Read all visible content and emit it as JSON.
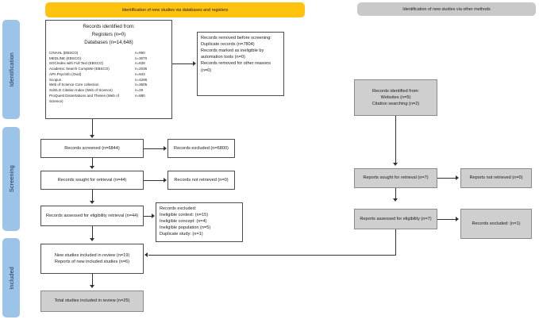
{
  "diagram": {
    "type": "prisma-flow-diagram",
    "title": "PRISMA 2020 flow diagram for new systematic reviews"
  },
  "stages": [
    {
      "id": "identification",
      "label": "Identification"
    },
    {
      "id": "screening",
      "label": "Screening"
    },
    {
      "id": "included",
      "label": "Included"
    }
  ],
  "headers": {
    "databases": "Identification of new studies via databases and registers",
    "other": "Identification of new studies via other methods"
  },
  "colors": {
    "header_databases": "#FFC20E",
    "header_other": "#C9C9C9",
    "stage_rail": "#9CC3E8",
    "filled_box": "#CFCFCF",
    "box_border": "#4D4D4D",
    "connector": "#333333"
  },
  "databases_branch": {
    "identified": {
      "heading_lines": [
        "Records identified from:",
        "Registers (n=0)",
        "Databases (n=14,648)"
      ],
      "sources": [
        {
          "name": "CINAHL (EBSCO)",
          "count": "n=950"
        },
        {
          "name": "MEDLINE (EBSCO)",
          "count": "n=3070"
        },
        {
          "name": "SOCIndex with Full Text (EBSCO)",
          "count": "n=839"
        },
        {
          "name": "Academic Search Complete (EBSCO)",
          "count": "n=2036"
        },
        {
          "name": "APA PsycInfo (Ovid)",
          "count": "n=943"
        },
        {
          "name": "Scopus",
          "count": "n=4296"
        },
        {
          "name": "Web of Science Core collection",
          "count": "n=3605"
        },
        {
          "name": "SciELO Citation Index (Web of Science)",
          "count": "n=29"
        },
        {
          "name": "ProQuest Dissertations and Theses (Web of Science)",
          "count": "n=880"
        }
      ]
    },
    "removed_before_screening": [
      "Records removed before screening:",
      "Duplicate records (n=7804)",
      "Records marked as ineligible by automation tools (n=0)",
      "Records removed for other reasons (n=0)"
    ],
    "screened": "Records screened (n=6844)",
    "excluded_screened": "Records excluded (n=6800)",
    "sought_retrieval": "Records sought for retrieval (n=44)",
    "not_retrieved": "Records not retrieved (n=0)",
    "assessed_eligibility": "Records assessed for eligibility retrieval (n=44)",
    "excluded_eligibility": [
      "Records excluded:",
      "Ineligible context: (n=15)",
      "Ineligible concept: (n=4)",
      "Ineligible population (n=5)",
      "Duplicate study: (n=1)"
    ],
    "new_studies_included": [
      "New studies included in review (n=19)",
      "Reports of new included studies (n=6)"
    ],
    "total_included": "Total studies included in review (n=25)"
  },
  "other_methods_branch": {
    "identified": [
      "Records identified from:",
      "Websites (n=5)",
      "Citation searching (n=2)"
    ],
    "sought_retrieval": "Reports sought for retrieval (n=7)",
    "not_retrieved": "Reports not retrieved (n=0)",
    "assessed_eligibility": "Reports assessed for eligibility (n=7)",
    "excluded": "Records excluded: (n=1)"
  }
}
